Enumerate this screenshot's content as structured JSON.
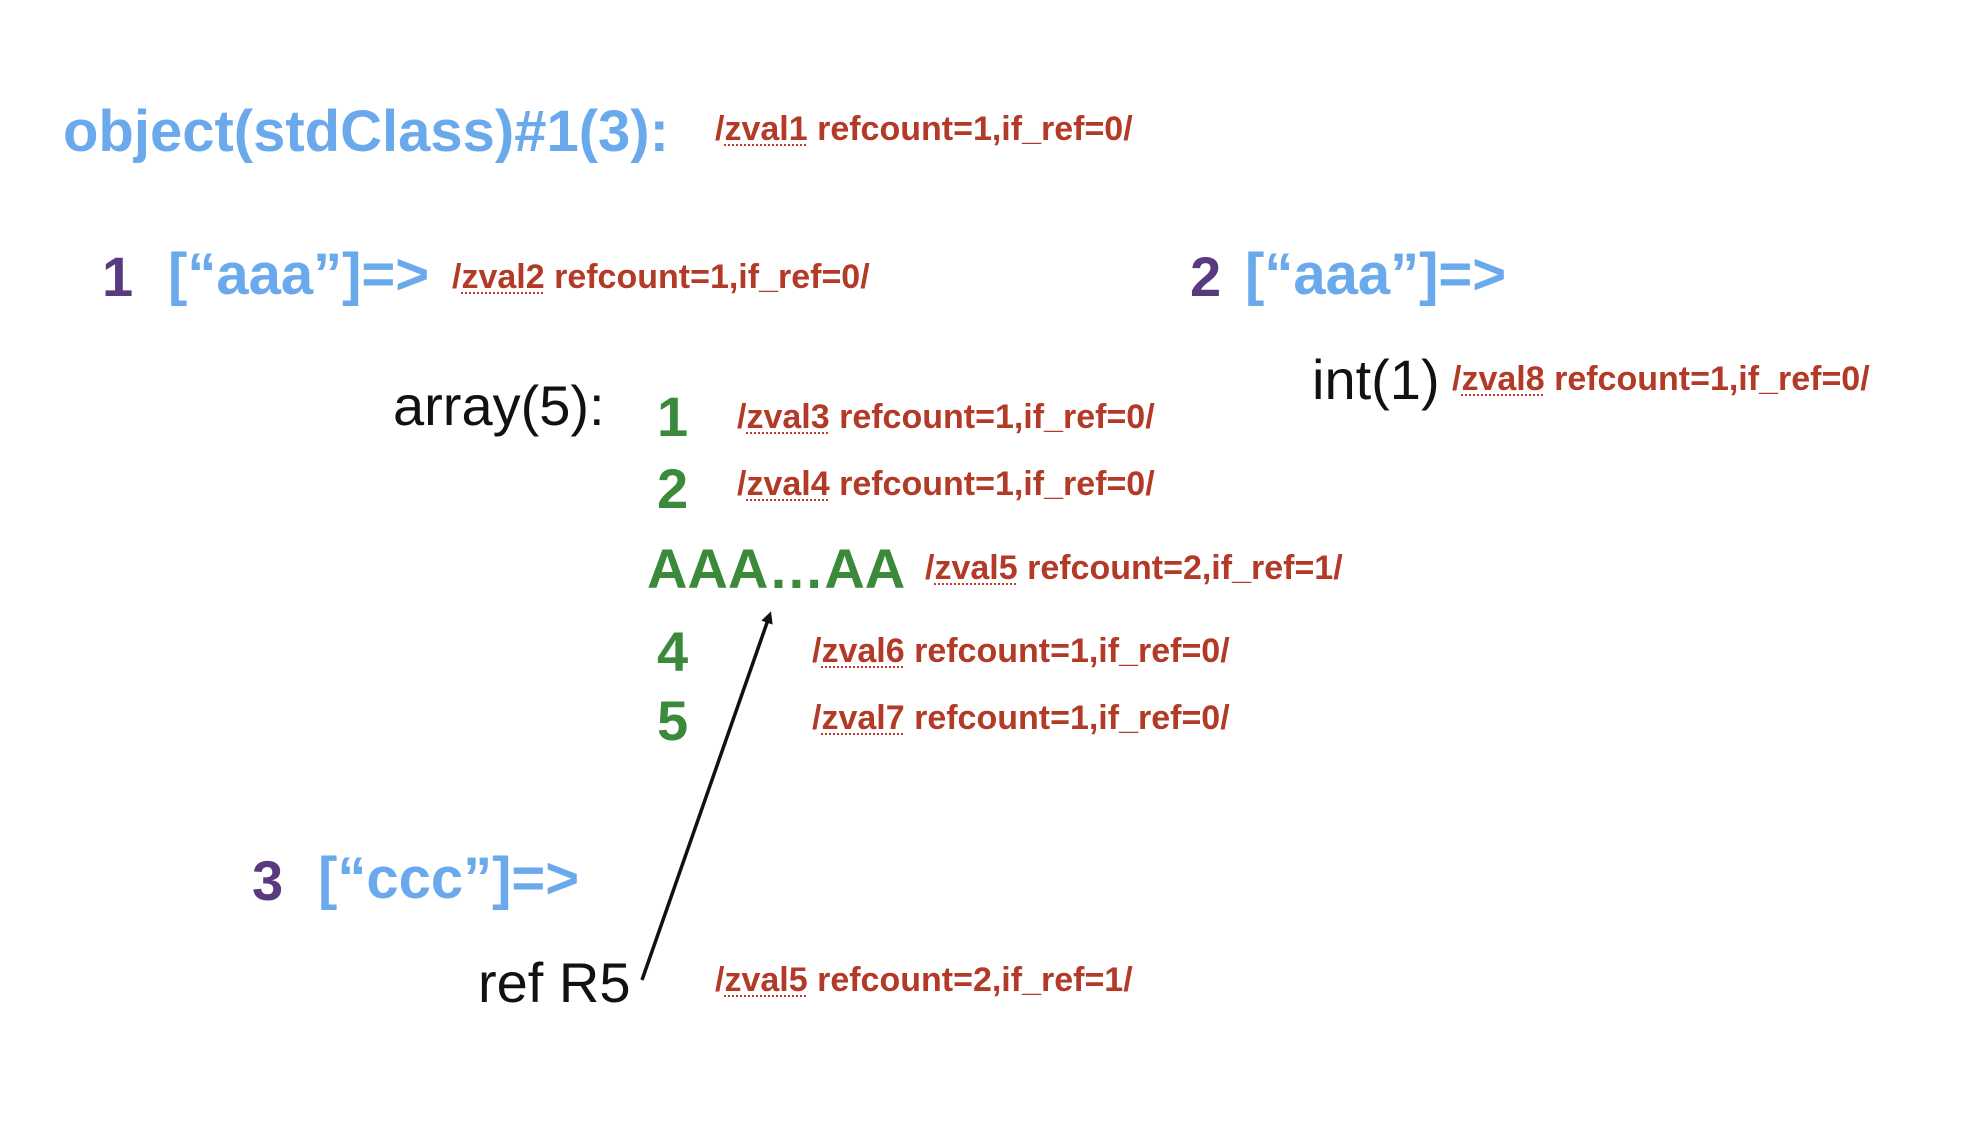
{
  "object_header": {
    "label": "object(stdClass)#1(3):",
    "zval_prefix": "/",
    "zval_name": "zval1",
    "zval_info": " refcount=1,if_ref=0/"
  },
  "prop1": {
    "index": "1",
    "key": "[“aaa”]=>",
    "zval_prefix": "/",
    "zval_name": "zval2",
    "zval_info": " refcount=1,if_ref=0/"
  },
  "prop2": {
    "index": "2",
    "key": "[“aaa”]=>",
    "value": "int(1)",
    "zval_prefix": "/",
    "zval_name": "zval8",
    "zval_info": " refcount=1,if_ref=0/"
  },
  "array": {
    "label": "array(5):",
    "items": [
      {
        "label": "1",
        "zval_prefix": "/",
        "zval_name": "zval3",
        "zval_info": " refcount=1,if_ref=0/"
      },
      {
        "label": "2",
        "zval_prefix": "/",
        "zval_name": "zval4",
        "zval_info": " refcount=1,if_ref=0/"
      },
      {
        "label": "AAA…AA",
        "zval_prefix": "/",
        "zval_name": "zval5",
        "zval_info": " refcount=2,if_ref=1/"
      },
      {
        "label": "4",
        "zval_prefix": "/",
        "zval_name": "zval6",
        "zval_info": " refcount=1,if_ref=0/"
      },
      {
        "label": "5",
        "zval_prefix": "/",
        "zval_name": "zval7",
        "zval_info": " refcount=1,if_ref=0/"
      }
    ]
  },
  "prop3": {
    "index": "3",
    "key": "[“ccc”]=>",
    "value": "ref R5",
    "zval_prefix": "/",
    "zval_name": "zval5",
    "zval_info": " refcount=2,if_ref=1/"
  },
  "colors": {
    "key_blue": "#6aa9ec",
    "index_purple": "#5a3a7e",
    "array_green": "#3b8a3b",
    "zval_red": "#b23a27",
    "arrow": "#111111"
  }
}
